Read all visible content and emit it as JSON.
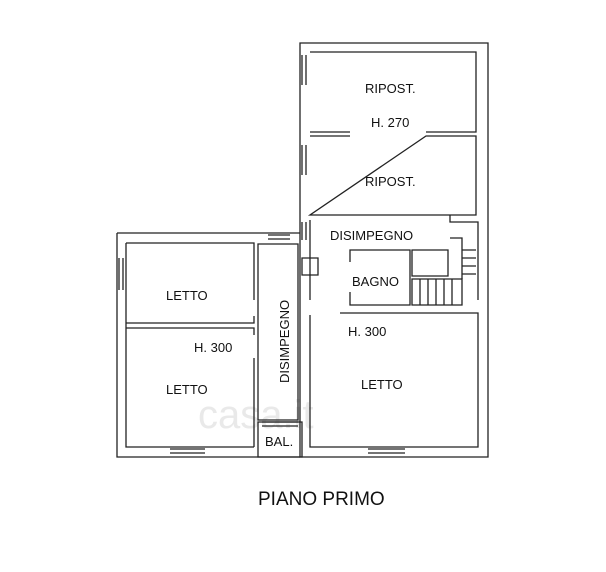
{
  "plan": {
    "title": "PIANO PRIMO",
    "watermark": "casa.it",
    "rooms": {
      "ripost_top": "RIPOST.",
      "ripost_bottom": "RIPOST.",
      "height_top": "H. 270",
      "disimpegno_top": "DISIMPEGNO",
      "bagno": "BAGNO",
      "height_right": "H. 300",
      "letto_right": "LETTO",
      "letto_left_top": "LETTO",
      "letto_left_bottom": "LETTO",
      "height_left": "H. 300",
      "disimpegno_left": "DISIMPEGNO",
      "balcone": "BAL."
    }
  }
}
